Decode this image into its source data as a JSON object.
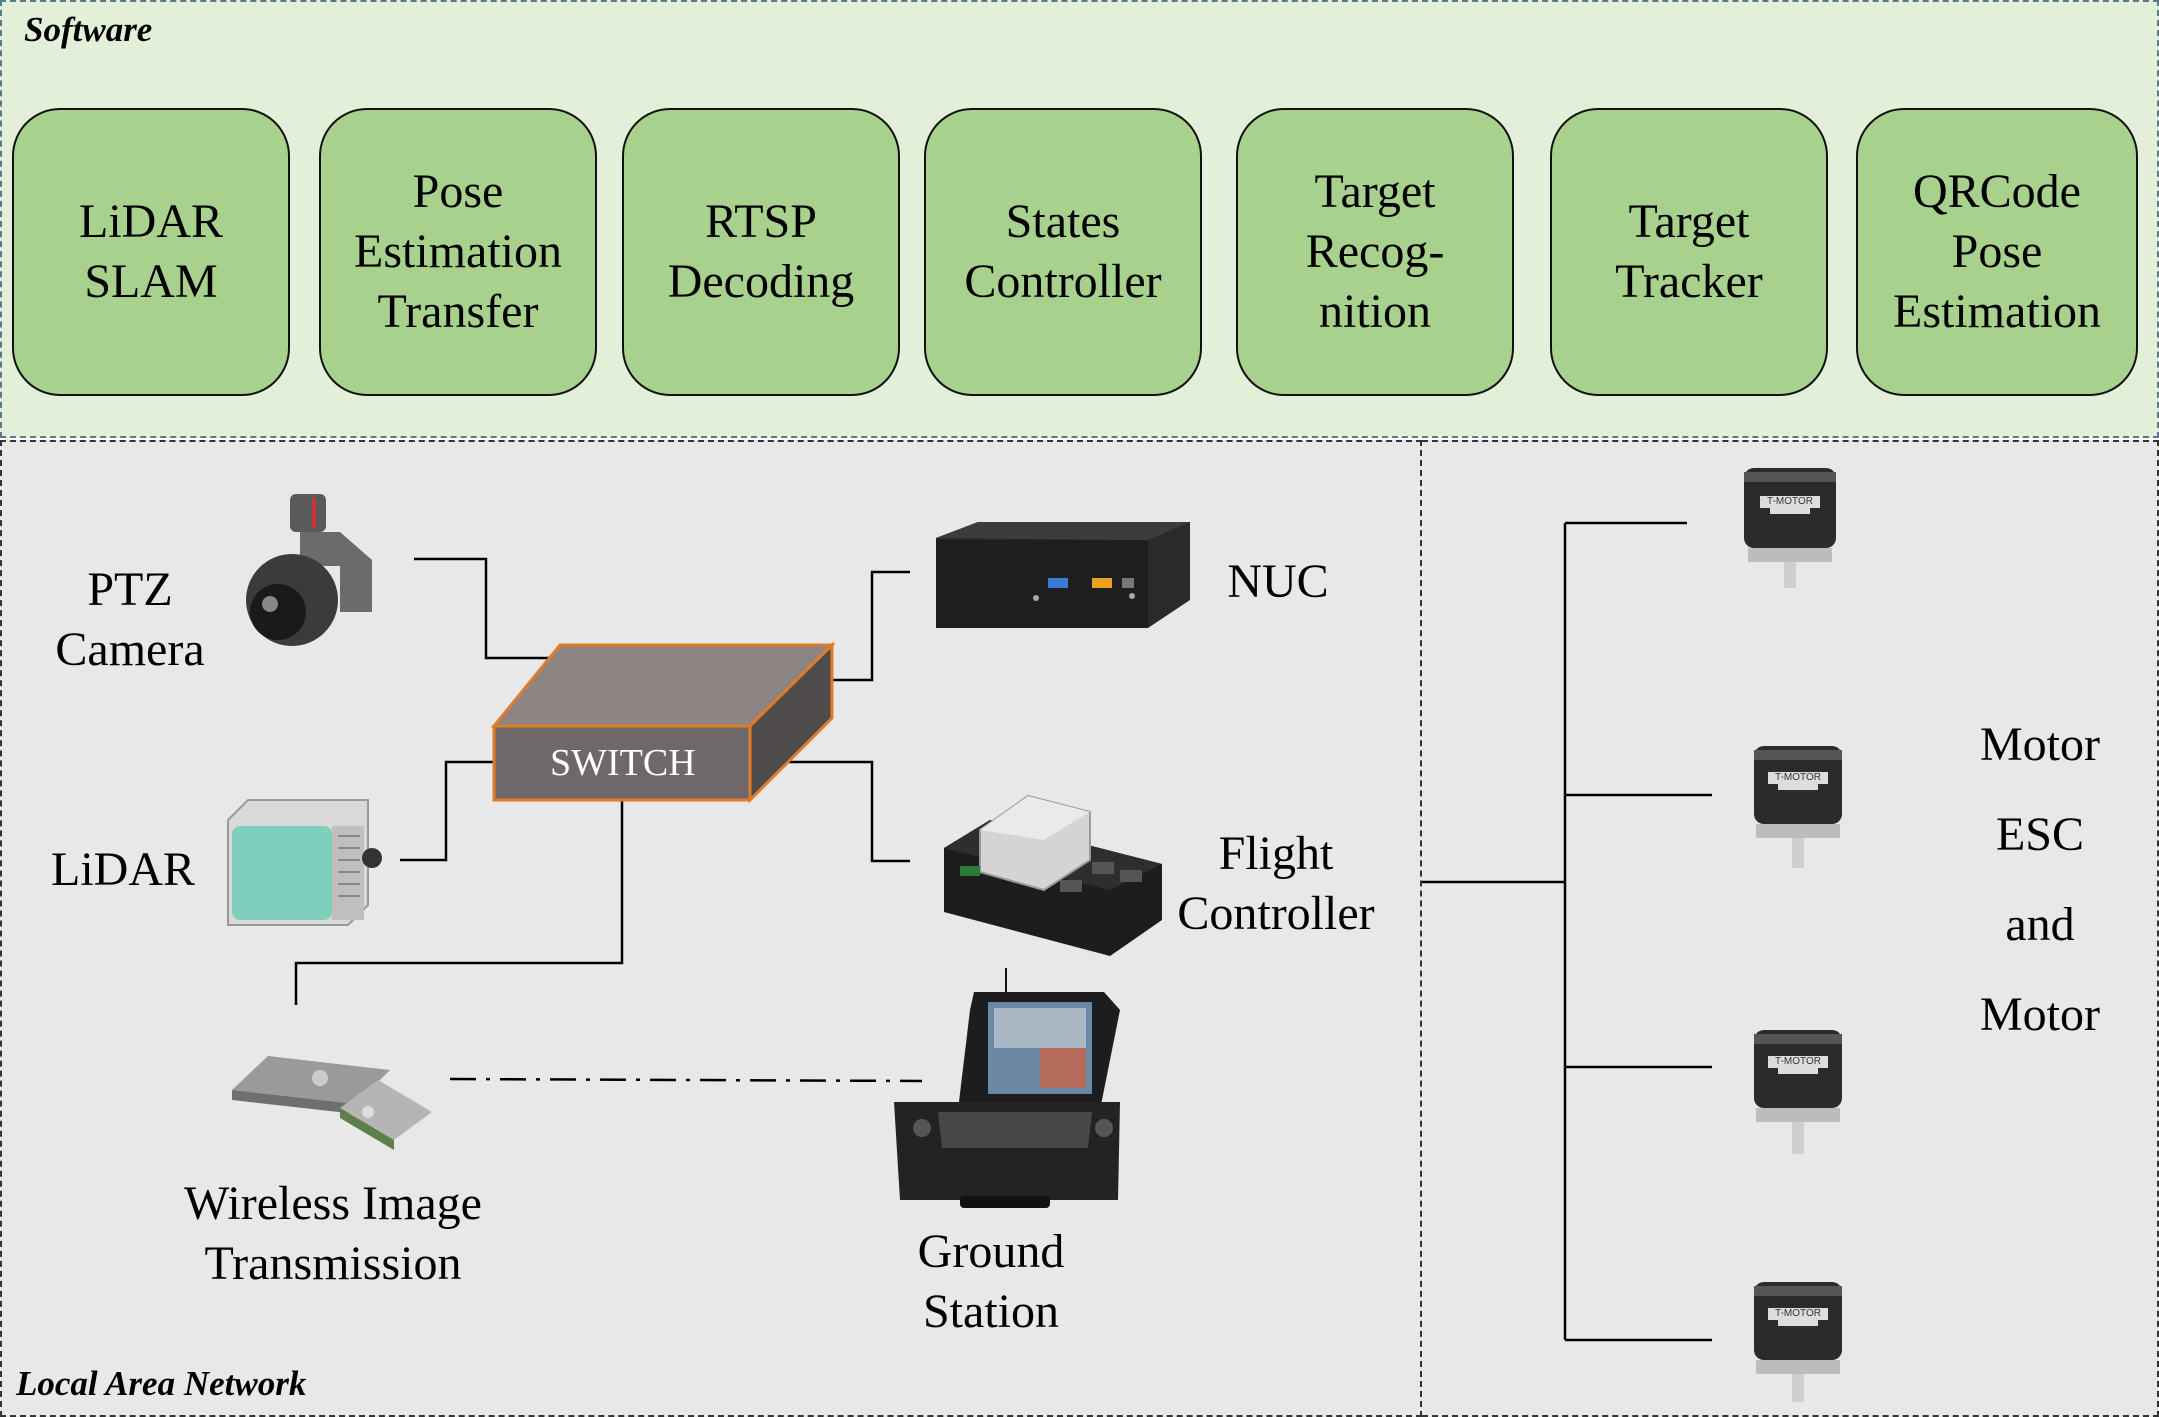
{
  "software": {
    "title": "Software",
    "modules": [
      {
        "line1": "LiDAR",
        "line2": "SLAM",
        "line3": ""
      },
      {
        "line1": "Pose",
        "line2": "Estimation",
        "line3": "Transfer"
      },
      {
        "line1": "RTSP",
        "line2": "Decoding",
        "line3": ""
      },
      {
        "line1": "States",
        "line2": "Controller",
        "line3": ""
      },
      {
        "line1": "Target",
        "line2": "Recog-",
        "line3": "nition"
      },
      {
        "line1": "Target",
        "line2": "Tracker",
        "line3": ""
      },
      {
        "line1": "QRCode",
        "line2": "Pose",
        "line3": "Estimation"
      }
    ]
  },
  "lan": {
    "title": "Local Area Network",
    "switch_label": "SWITCH",
    "ptz_camera": {
      "line1": "PTZ",
      "line2": "Camera"
    },
    "lidar": "LiDAR",
    "nuc": "NUC",
    "flight_controller": {
      "line1": "Flight",
      "line2": "Controller"
    },
    "wireless": {
      "line1": "Wireless Image",
      "line2": "Transmission"
    },
    "ground_station": {
      "line1": "Ground",
      "line2": "Station"
    }
  },
  "motors": {
    "label_lines": [
      "Motor",
      "ESC",
      "and",
      "Motor"
    ],
    "brand": "T-MOTOR"
  }
}
